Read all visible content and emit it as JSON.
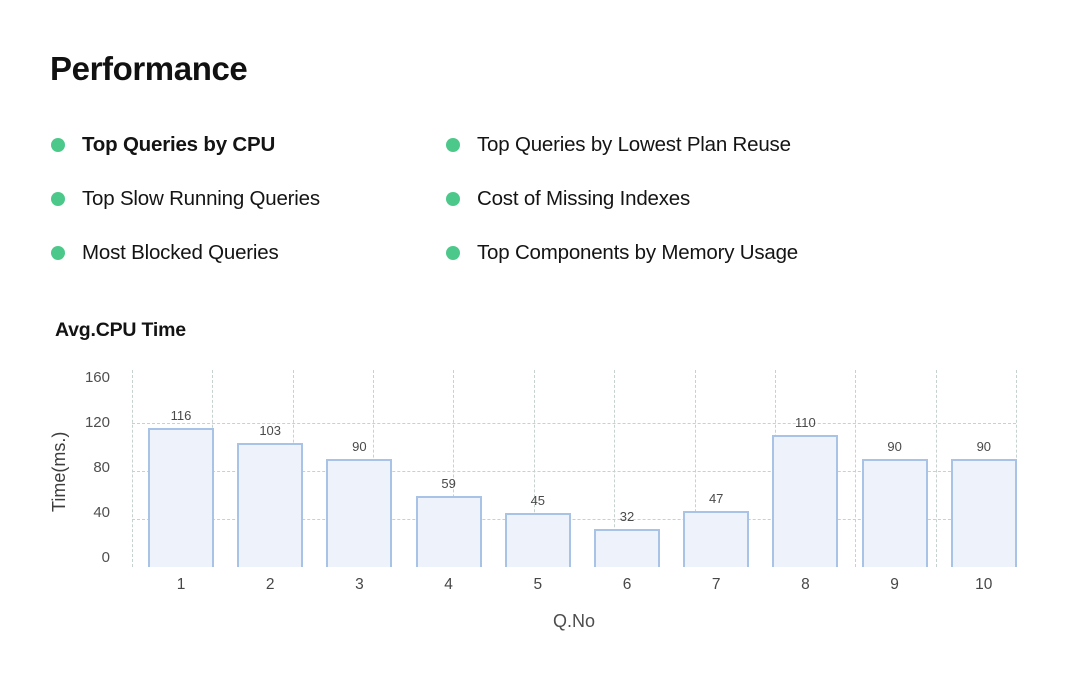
{
  "page": {
    "title": "Performance",
    "background": "#ffffff"
  },
  "report_menu": {
    "bullet_color": "#4cc98a",
    "columns": [
      {
        "items": [
          {
            "label": "Top Queries by CPU",
            "active": true
          },
          {
            "label": "Top Slow Running Queries",
            "active": false
          },
          {
            "label": "Most Blocked Queries",
            "active": false
          }
        ]
      },
      {
        "items": [
          {
            "label": "Top Queries by Lowest Plan Reuse",
            "active": false
          },
          {
            "label": "Cost of Missing Indexes",
            "active": false
          },
          {
            "label": "Top Components by Memory Usage",
            "active": false
          }
        ]
      }
    ]
  },
  "chart_data": {
    "type": "bar",
    "title": "Avg.CPU Time",
    "xlabel": "Q.No",
    "ylabel": "Time(ms.)",
    "categories": [
      "1",
      "2",
      "3",
      "4",
      "5",
      "6",
      "7",
      "8",
      "9",
      "10"
    ],
    "values": [
      116,
      103,
      90,
      59,
      45,
      32,
      47,
      110,
      90,
      90
    ],
    "ylim": [
      0,
      160
    ],
    "yticks": [
      0,
      40,
      80,
      120,
      160
    ],
    "grid": "dashed, horizontal at 40/80/120 and vertical columns, no solid axis lines",
    "legend_position": "none",
    "data_labels_shown": true,
    "bar_fill": "#edf2fb",
    "bar_border": "#a8c3e5",
    "grid_color": "#c6d2d0"
  },
  "colors": {
    "bullet_green": "#4cc98a",
    "title_text": "#111111",
    "axis_text": "#4f4f4f"
  }
}
